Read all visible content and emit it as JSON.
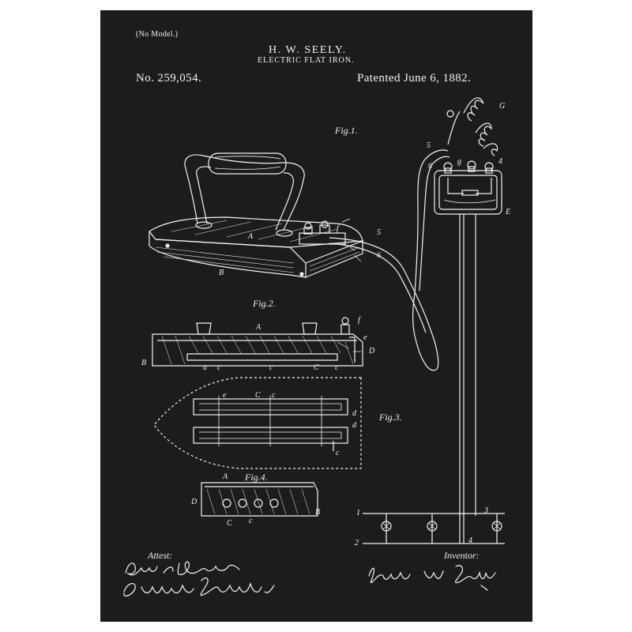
{
  "header": {
    "model_note": "(No Model.)",
    "inventor_name": "H. W. SEELY.",
    "invention_title": "ELECTRIC FLAT IRON.",
    "patent_number": "No. 259,054.",
    "patent_date": "Patented June 6, 1882."
  },
  "figures": {
    "fig1": "Fig.1.",
    "fig2": "Fig.2.",
    "fig3": "Fig.3.",
    "fig4": "Fig.4."
  },
  "labels": {
    "A": "A",
    "B": "B",
    "C": "C",
    "D": "D",
    "E": "E",
    "G": "G",
    "a": "a",
    "c": "c",
    "d": "d",
    "e": "e",
    "f": "f",
    "g": "g",
    "n1": "1",
    "n2": "2",
    "n3": "3",
    "n4": "4",
    "n5": "5",
    "n6": "6"
  },
  "footer": {
    "attest_label": "Attest:",
    "inventor_label": "Inventor:",
    "signatures": [
      "Rich A. Dyer",
      "Samuel Sussell",
      "Henry W. Seely"
    ]
  },
  "colors": {
    "paper": "#1c1c1c",
    "ink": "#f2f2f2",
    "frame": "#ffffff"
  }
}
